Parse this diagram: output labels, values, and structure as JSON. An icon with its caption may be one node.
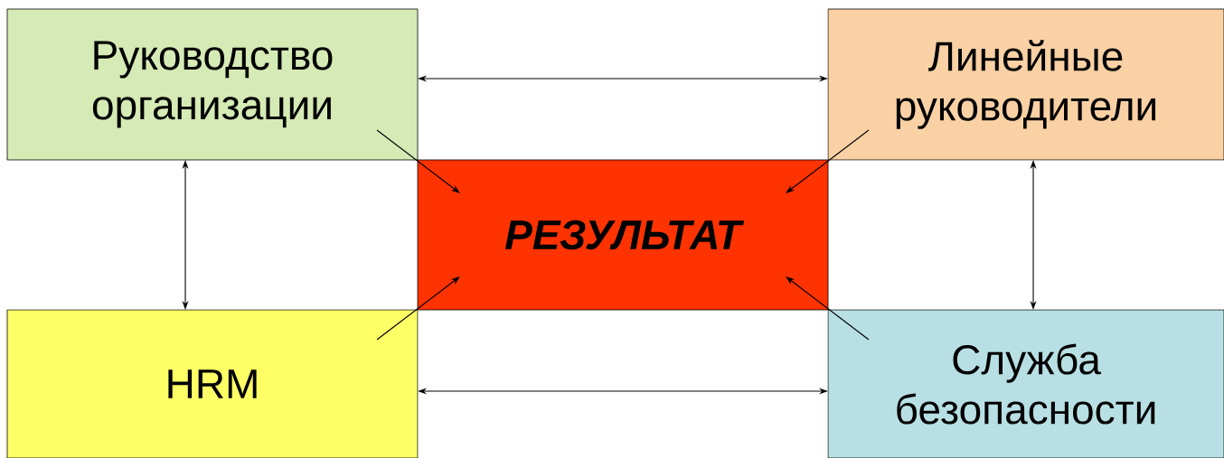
{
  "diagram": {
    "nodes": [
      {
        "text": [
          "Руководство организации"
        ]
      },
      {
        "text": [
          "Линейные руководители"
        ]
      },
      {
        "text": [
          "РЕЗУЛЬТАТ"
        ]
      },
      {
        "text": [
          "HRM"
        ]
      },
      {
        "text": [
          "Служба безопасности"
        ]
      }
    ],
    "edges": [
      {
        "from": 0,
        "to": 1,
        "arrow": "both"
      },
      {
        "from": 0,
        "to": 3,
        "arrow": "both"
      },
      {
        "from": 1,
        "to": 4,
        "arrow": "both"
      },
      {
        "from": 3,
        "to": 4,
        "arrow": "both"
      },
      {
        "from": 0,
        "to": 2,
        "arrow": "to"
      },
      {
        "from": 1,
        "to": 2,
        "arrow": "to"
      },
      {
        "from": 3,
        "to": 2,
        "arrow": "to"
      },
      {
        "from": 4,
        "to": 2,
        "arrow": "to"
      }
    ]
  }
}
